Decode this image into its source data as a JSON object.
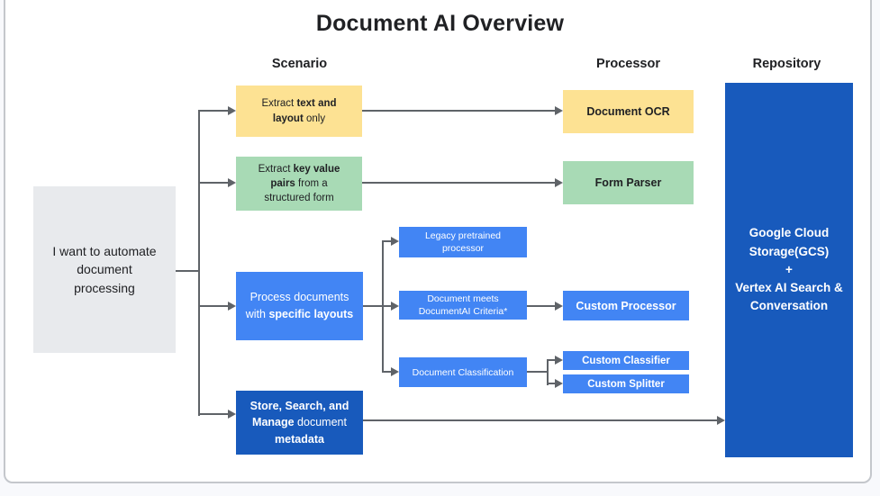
{
  "title": "Document AI Overview",
  "columns": {
    "scenario": "Scenario",
    "processor": "Processor",
    "repository": "Repository"
  },
  "colors": {
    "scenario_yellow": "#fde293",
    "scenario_green": "#a8dab5",
    "scenario_blue": "#4285f4",
    "scenario_dark_blue": "#185abc",
    "intent_gray": "#e8eaed",
    "connector_gray": "#5f6368",
    "text_dark": "#202124",
    "text_light": "#ffffff"
  },
  "nodes": {
    "intent": {
      "label": "I want to automate document processing"
    },
    "extract_text": {
      "segments": [
        {
          "text": "Extract "
        },
        {
          "text": "text and layout",
          "bold": true
        },
        {
          "text": " only"
        }
      ]
    },
    "extract_kv": {
      "segments": [
        {
          "text": "Extract "
        },
        {
          "text": "key value pairs",
          "bold": true
        },
        {
          "text": " from a structured form"
        }
      ]
    },
    "process_docs": {
      "segments": [
        {
          "text": "Process documents with "
        },
        {
          "text": "specific layouts",
          "bold": true
        }
      ]
    },
    "store_search": {
      "segments": [
        {
          "text": "Store, Search, and Manage",
          "bold": true
        },
        {
          "text": " document "
        },
        {
          "text": "metadata",
          "bold": true
        }
      ]
    },
    "legacy": {
      "label": "Legacy pretrained processor"
    },
    "meets_criteria": {
      "label": "Document meets DocumentAI Criteria*"
    },
    "classification": {
      "label": "Document Classification"
    },
    "document_ocr": {
      "label": "Document OCR"
    },
    "form_parser": {
      "label": "Form Parser"
    },
    "custom_processor": {
      "label": "Custom Processor"
    },
    "custom_classifier": {
      "label": "Custom Classifier"
    },
    "custom_splitter": {
      "label": "Custom Splitter"
    },
    "repository": {
      "line1": "Google Cloud Storage(GCS)",
      "line2": "+",
      "line3": "Vertex AI Search & Conversation"
    }
  }
}
